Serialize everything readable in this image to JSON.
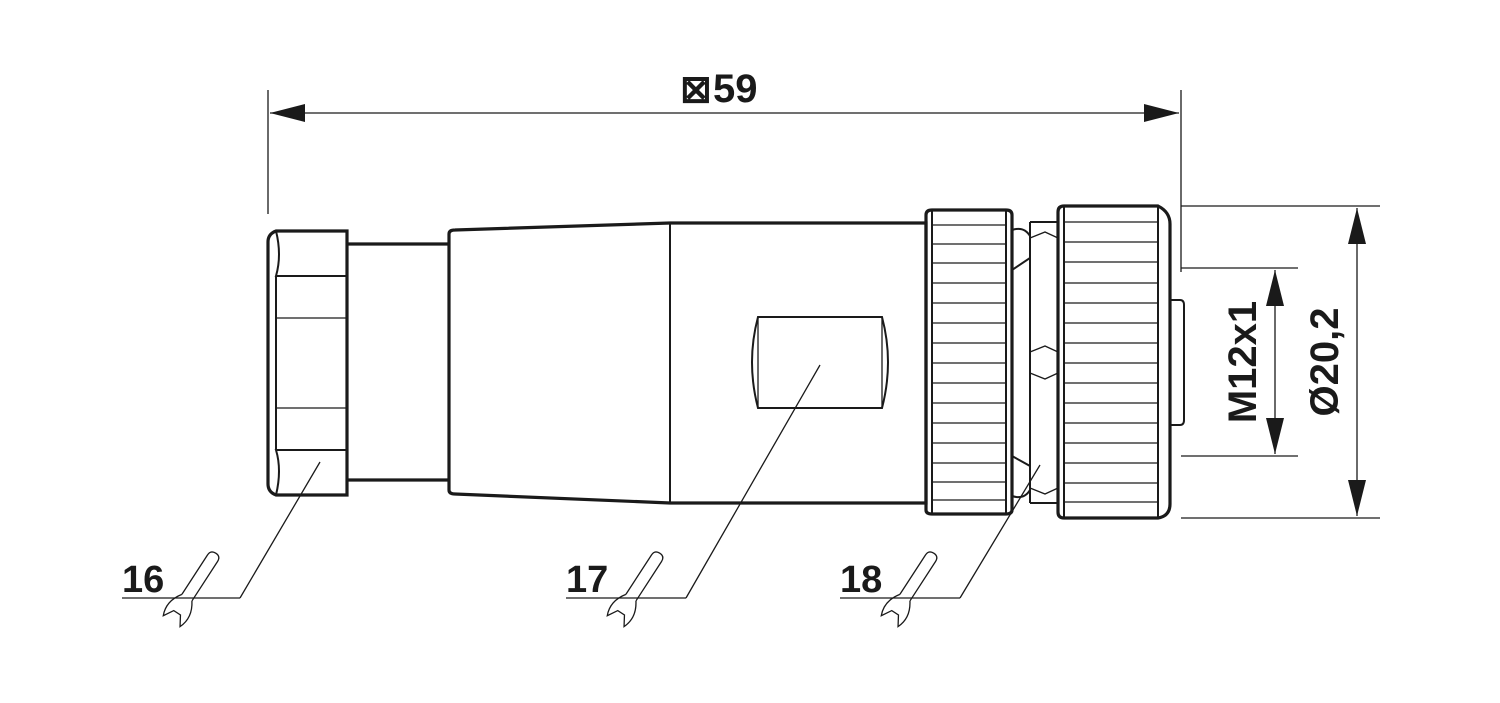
{
  "dimensions": {
    "length_symbol": "⊠",
    "length": "59",
    "thread": "M12x1",
    "diameter": "Ø20,2"
  },
  "tools": [
    {
      "label": "16",
      "icon": "open-end-wrench-icon"
    },
    {
      "label": "17",
      "icon": "open-end-wrench-icon"
    },
    {
      "label": "18",
      "icon": "open-end-wrench-icon"
    }
  ],
  "colors": {
    "line": "#1a1a1a",
    "background": "#ffffff"
  }
}
